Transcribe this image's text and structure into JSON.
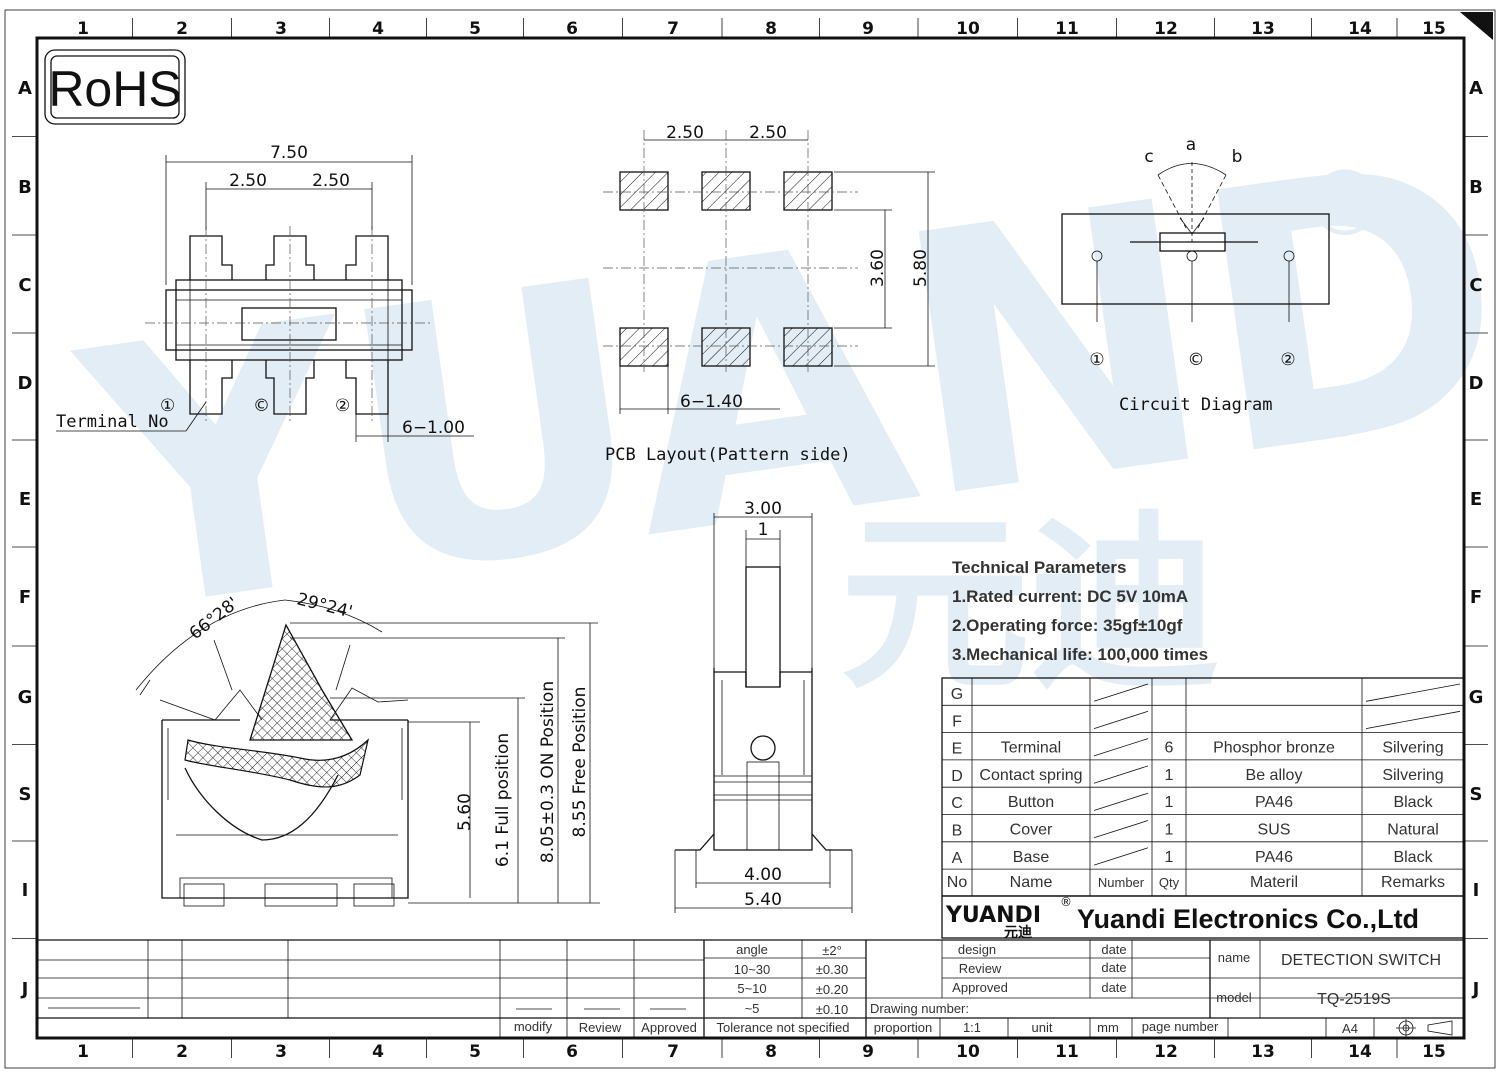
{
  "frame": {
    "columns": [
      "1",
      "2",
      "3",
      "4",
      "5",
      "6",
      "7",
      "8",
      "9",
      "10",
      "11",
      "12",
      "13",
      "14",
      "15"
    ],
    "rows": [
      "A",
      "B",
      "C",
      "D",
      "E",
      "F",
      "G",
      "S",
      "I",
      "J"
    ]
  },
  "rohs": "RoHS",
  "watermark": {
    "logo_text": "YUANDI",
    "registered": "®",
    "chinese": "元迪"
  },
  "top_view": {
    "dim_total": "7.50",
    "dim_pitch_left": "2.50",
    "dim_pitch_right": "2.50",
    "terminal_no_label": "Terminal  No",
    "terminal_marks": [
      "①",
      "©",
      "②"
    ],
    "dim_width": "6−1.00"
  },
  "pcb_layout": {
    "dim_pitch_left": "2.50",
    "dim_pitch_right": "2.50",
    "dim_inner": "3.60",
    "dim_outer": "5.80",
    "dim_pad": "6−1.40",
    "caption": "PCB  Layout(Pattern  side)"
  },
  "circuit": {
    "labels": [
      "c",
      "a",
      "b"
    ],
    "terminals": [
      "①",
      "©",
      "②"
    ],
    "caption": "Circuit  Diagram"
  },
  "side_view": {
    "angle_left": "66°28'",
    "angle_right": "29°24'",
    "dim_full": "5.60",
    "full_label": "6.1  Full  position",
    "on_label": "8.05±0.3  ON  Position",
    "free_label": "8.55  Free  Position"
  },
  "front_view": {
    "dim_top": "3.00",
    "dim_small": "1",
    "dim_inner": "4.00",
    "dim_outer": "5.40"
  },
  "tech_params": {
    "title": "Technical Parameters",
    "items": [
      "1.Rated current: DC 5V 10mA",
      "2.Operating force: 35gf±10gf",
      "3.Mechanical life: 100,000 times"
    ]
  },
  "bom": {
    "rows": [
      {
        "letter": "G",
        "name": "",
        "qty": "",
        "material": "",
        "remarks": ""
      },
      {
        "letter": "F",
        "name": "",
        "qty": "",
        "material": "",
        "remarks": ""
      },
      {
        "letter": "E",
        "name": "Terminal",
        "qty": "6",
        "material": "Phosphor bronze",
        "remarks": "Silvering"
      },
      {
        "letter": "D",
        "name": "Contact spring",
        "qty": "1",
        "material": "Be alloy",
        "remarks": "Silvering"
      },
      {
        "letter": "C",
        "name": "Button",
        "qty": "1",
        "material": "PA46",
        "remarks": "Black"
      },
      {
        "letter": "B",
        "name": "Cover",
        "qty": "1",
        "material": "SUS",
        "remarks": "Natural"
      },
      {
        "letter": "A",
        "name": "Base",
        "qty": "1",
        "material": "PA46",
        "remarks": "Black"
      }
    ],
    "headers": {
      "no": "No",
      "name": "Name",
      "number": "Number",
      "qty": "Qty",
      "material": "Materil",
      "remarks": "Remarks"
    }
  },
  "company": {
    "logo": "YUANDI",
    "logo_reg": "®",
    "logo_cn": "元迪",
    "name": "Yuandi Electronics Co.,Ltd"
  },
  "title_block": {
    "tolerance": {
      "header_angle": "angle",
      "angle_tol": "±2°",
      "rows": [
        {
          "range": "10~30",
          "tol": "±0.30"
        },
        {
          "range": "5~10",
          "tol": "±0.20"
        },
        {
          "range": "~5",
          "tol": "±0.10"
        }
      ],
      "footer": "Tolerance not specified"
    },
    "sign_labels": {
      "modify": "modify",
      "review": "Review",
      "approved": "Approved"
    },
    "design": "design",
    "review2": "Review",
    "approved2": "Approved",
    "date": "date",
    "name_label": "name",
    "name_value": "DETECTION SWITCH",
    "model_label": "model",
    "model_value": "TQ-2519S",
    "drawing_number": "Drawing number:",
    "proportion": "proportion",
    "proportion_value": "1:1",
    "unit": "unit",
    "unit_value": "mm",
    "page_number": "page number",
    "paper": "A4"
  }
}
